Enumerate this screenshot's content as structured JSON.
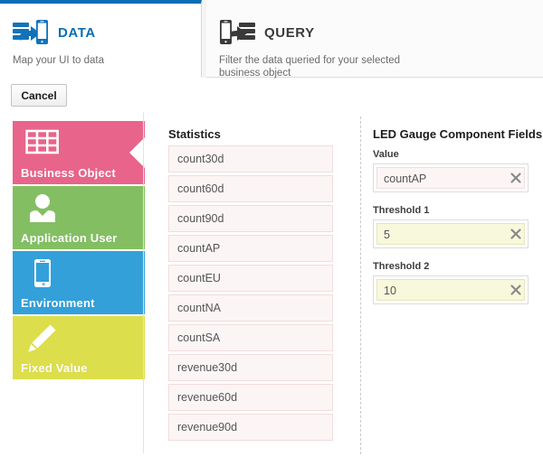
{
  "tabs": [
    {
      "id": "data",
      "title": "DATA",
      "subtitle": "Map your UI to data",
      "icon": "data-mapping-icon",
      "active": true,
      "accent": "#0a6eb4"
    },
    {
      "id": "query",
      "title": "QUERY",
      "subtitle": "Filter the data queried for your selected business object",
      "icon": "query-filter-icon",
      "active": false,
      "accent": "#3a3a3a"
    }
  ],
  "toolbar": {
    "cancel_label": "Cancel"
  },
  "rail": {
    "items": [
      {
        "label": "Business Object",
        "icon": "table-grid-icon",
        "color": "#e8648a",
        "selected": true
      },
      {
        "label": "Application User",
        "icon": "user-icon",
        "color": "#83bf62",
        "selected": false
      },
      {
        "label": "Environment",
        "icon": "phone-icon",
        "color": "#33a0da",
        "selected": false
      },
      {
        "label": "Fixed Value",
        "icon": "pencil-icon",
        "color": "#dcdf4b",
        "selected": false
      }
    ]
  },
  "statistics": {
    "title": "Statistics",
    "items": [
      "count30d",
      "count60d",
      "count90d",
      "countAP",
      "countEU",
      "countNA",
      "countSA",
      "revenue30d",
      "revenue60d",
      "revenue90d"
    ]
  },
  "component_fields": {
    "title": "LED Gauge Component Fields",
    "fields": [
      {
        "label": "Value",
        "value": "countAP",
        "style": "pink",
        "clear_icon": "clear-x-icon"
      },
      {
        "label": "Threshold 1",
        "value": "5",
        "style": "yellow",
        "clear_icon": "clear-x-icon"
      },
      {
        "label": "Threshold 2",
        "value": "10",
        "style": "yellow",
        "clear_icon": "clear-x-icon"
      }
    ]
  }
}
